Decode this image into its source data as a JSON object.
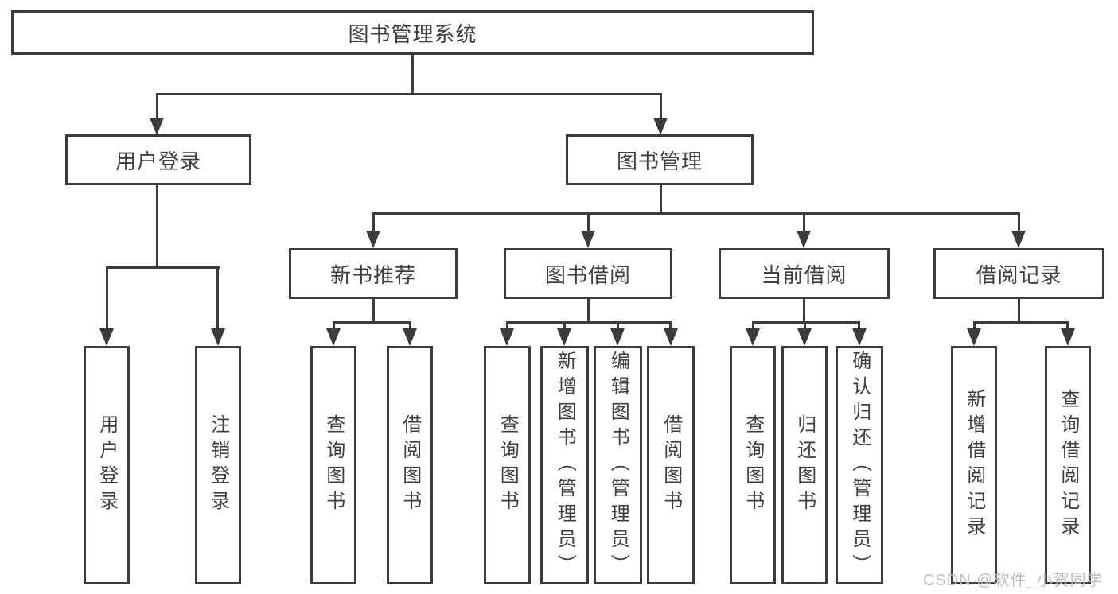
{
  "tree": {
    "label": "图书管理系统",
    "children": [
      {
        "label": "用户登录",
        "children": [
          {
            "label": "用户登录"
          },
          {
            "label": "注销登录"
          }
        ]
      },
      {
        "label": "图书管理",
        "children": [
          {
            "label": "新书推荐",
            "children": [
              {
                "label": "查询图书"
              },
              {
                "label": "借阅图书"
              }
            ]
          },
          {
            "label": "图书借阅",
            "children": [
              {
                "label": "查询图书"
              },
              {
                "label": "新增图书（管理员）"
              },
              {
                "label": "编辑图书（管理员）"
              },
              {
                "label": "借阅图书"
              }
            ]
          },
          {
            "label": "当前借阅",
            "children": [
              {
                "label": "查询图书"
              },
              {
                "label": "归还图书"
              },
              {
                "label": "确认归还（管理员）"
              }
            ]
          },
          {
            "label": "借阅记录",
            "children": [
              {
                "label": "新增借阅记录"
              },
              {
                "label": "查询借阅记录"
              }
            ]
          }
        ]
      }
    ]
  },
  "watermark": {
    "text": "CSDN @软件_小贺同学"
  },
  "colors": {
    "line": "#3b3b3b",
    "box_border": "#3b3b3b",
    "text": "#3f3f46",
    "background": "#ffffff",
    "watermark": "#b9b9bf"
  }
}
